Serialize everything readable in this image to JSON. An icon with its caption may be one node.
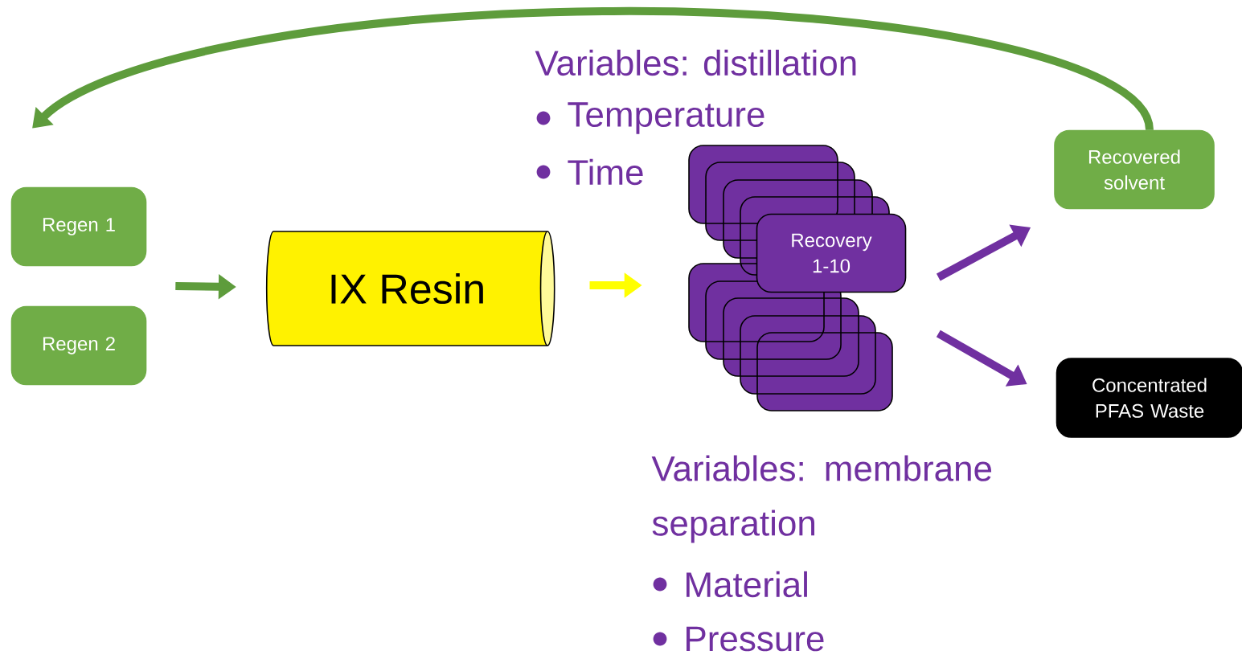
{
  "diagram": {
    "nodes": [
      {
        "text": [
          "Regen 1"
        ]
      },
      {
        "text": [
          "Regen 2"
        ]
      },
      {
        "text": [
          "IX Resin"
        ]
      },
      {
        "text": [
          "Recovery 1-10"
        ]
      },
      {
        "text": [
          "Recovered solvent"
        ]
      },
      {
        "text": [
          "Concentrated PFAS Waste"
        ]
      }
    ],
    "edges": [
      {
        "from": 0,
        "to": 2,
        "arrow": "to",
        "color": "#5e9c3c"
      },
      {
        "from": 1,
        "to": 2,
        "arrow": "to",
        "color": "#5e9c3c"
      },
      {
        "from": 2,
        "to": 3,
        "arrow": "to",
        "color": "#ffff00"
      },
      {
        "from": 3,
        "to": 4,
        "arrow": "to",
        "color": "#7030a0"
      },
      {
        "from": 3,
        "to": 5,
        "arrow": "to",
        "color": "#7030a0"
      },
      {
        "from": 4,
        "to": 0,
        "arrow": "to",
        "color": "#5e9c3c"
      }
    ],
    "labels": [
      "Variables: distillation",
      "Temperature",
      "Time",
      "Variables: membrane separation",
      "Material",
      "Pressure"
    ]
  }
}
